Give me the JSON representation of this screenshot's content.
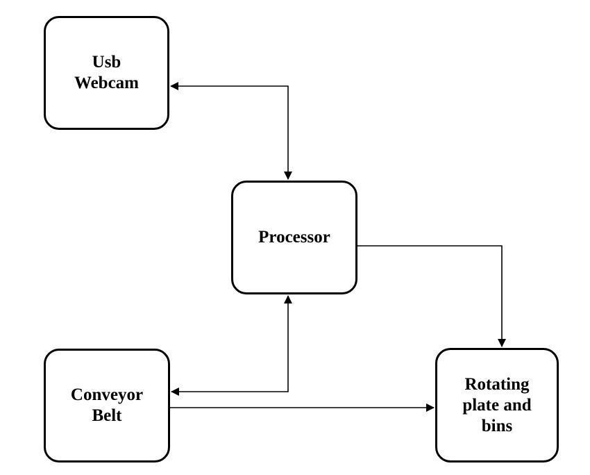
{
  "diagram": {
    "nodes": {
      "usb_webcam": "Usb\nWebcam",
      "processor": "Processor",
      "conveyor_belt": "Conveyor\nBelt",
      "rotating_plate": "Rotating\nplate and\nbins"
    },
    "edges": [
      {
        "from": "Usb Webcam",
        "to": "Processor",
        "direction": "bidirectional"
      },
      {
        "from": "Processor",
        "to": "Conveyor Belt",
        "direction": "bidirectional"
      },
      {
        "from": "Processor",
        "to": "Rotating plate and bins",
        "direction": "forward"
      },
      {
        "from": "Conveyor Belt",
        "to": "Rotating plate and bins",
        "direction": "forward"
      }
    ]
  }
}
